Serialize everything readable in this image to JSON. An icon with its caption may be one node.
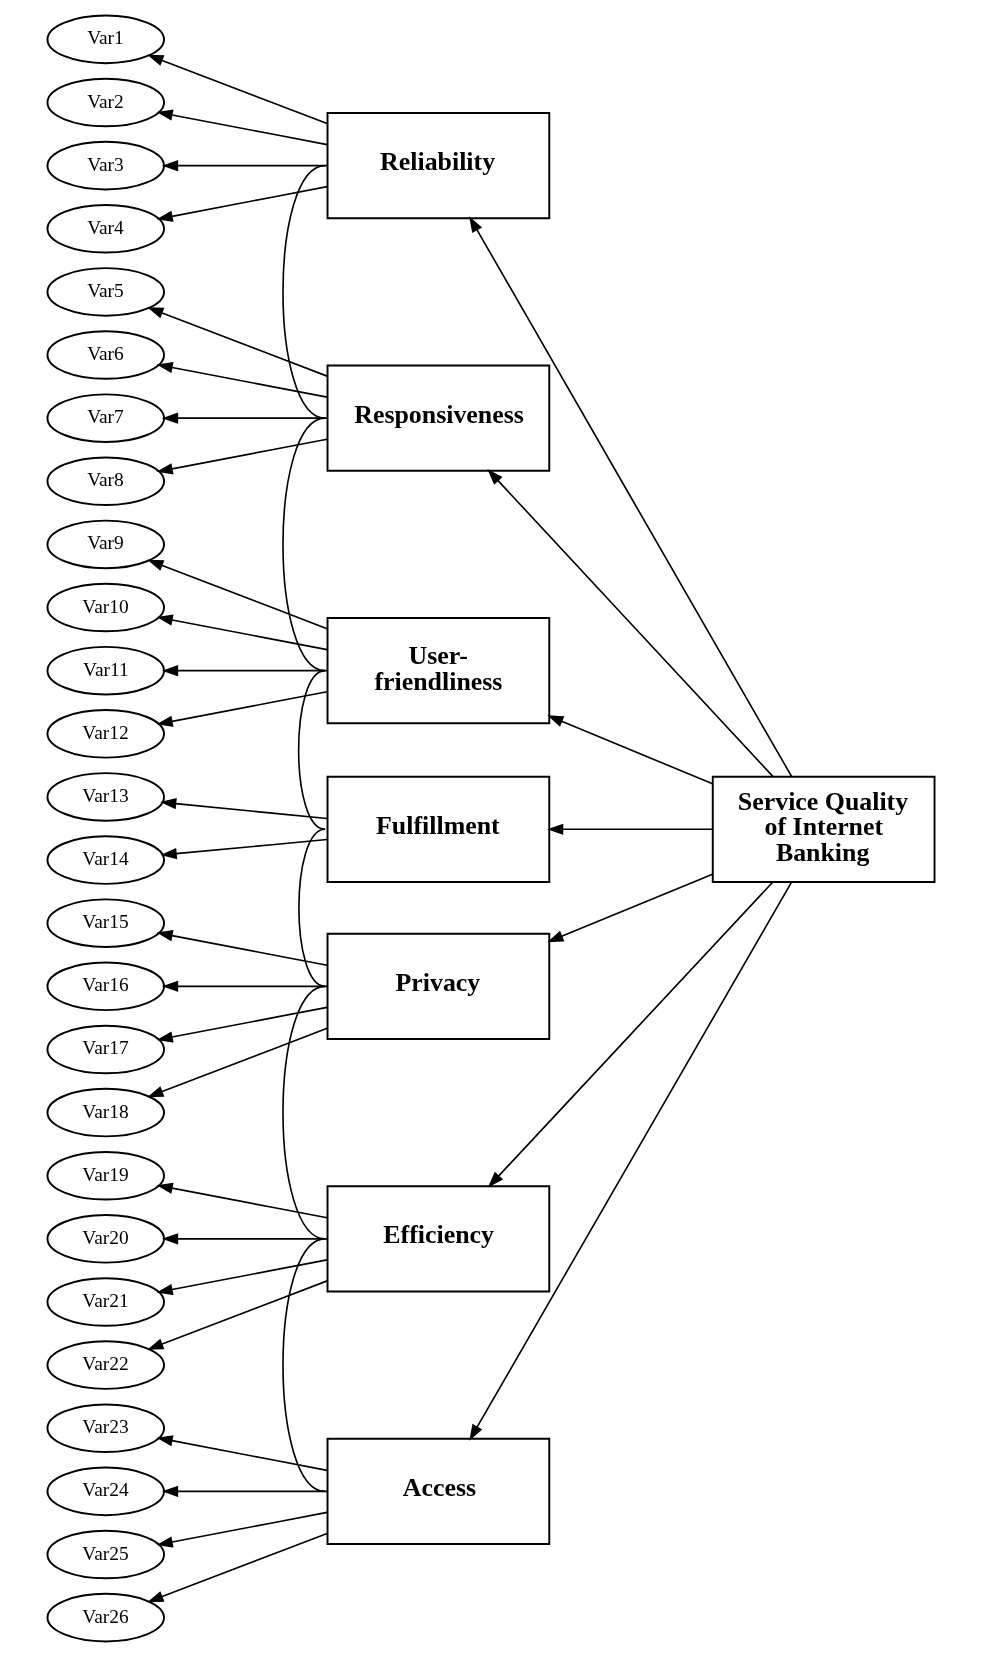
{
  "diagram": {
    "nodes": [
      {
        "text": [
          "Reliability"
        ]
      },
      {
        "text": [
          "Responsiveness"
        ]
      },
      {
        "text": [
          "User-friendliness"
        ]
      },
      {
        "text": [
          "Fulfillment"
        ]
      },
      {
        "text": [
          "Privacy"
        ]
      },
      {
        "text": [
          "Efficiency"
        ]
      },
      {
        "text": [
          "Access"
        ]
      },
      {
        "text": [
          "Var1"
        ]
      },
      {
        "text": [
          "Var2"
        ]
      },
      {
        "text": [
          "Var3"
        ]
      },
      {
        "text": [
          "Var4"
        ]
      },
      {
        "text": [
          "Var5"
        ]
      },
      {
        "text": [
          "Var6"
        ]
      },
      {
        "text": [
          "Var7"
        ]
      },
      {
        "text": [
          "Var8"
        ]
      },
      {
        "text": [
          "Var9"
        ]
      },
      {
        "text": [
          "Var10"
        ]
      },
      {
        "text": [
          "Var11"
        ]
      },
      {
        "text": [
          "Var12"
        ]
      },
      {
        "text": [
          "Var13"
        ]
      },
      {
        "text": [
          "Var14"
        ]
      },
      {
        "text": [
          "Var15"
        ]
      },
      {
        "text": [
          "Var16"
        ]
      },
      {
        "text": [
          "Var17"
        ]
      },
      {
        "text": [
          "Var18"
        ]
      },
      {
        "text": [
          "Var19"
        ]
      },
      {
        "text": [
          "Var20"
        ]
      },
      {
        "text": [
          "Var21"
        ]
      },
      {
        "text": [
          "Var22"
        ]
      },
      {
        "text": [
          "Var23"
        ]
      },
      {
        "text": [
          "Var24"
        ]
      },
      {
        "text": [
          "Var25"
        ]
      },
      {
        "text": [
          "Var26"
        ]
      },
      {
        "text": [
          "Service Quality of Internet Banking"
        ]
      }
    ],
    "edges": [
      {
        "from": 0,
        "to": 7,
        "arrow": "to"
      },
      {
        "from": 0,
        "to": 8,
        "arrow": "to"
      },
      {
        "from": 0,
        "to": 9,
        "arrow": "to"
      },
      {
        "from": 0,
        "to": 10,
        "arrow": "to"
      },
      {
        "from": 1,
        "to": 11,
        "arrow": "to"
      },
      {
        "from": 1,
        "to": 12,
        "arrow": "to"
      },
      {
        "from": 1,
        "to": 13,
        "arrow": "to"
      },
      {
        "from": 1,
        "to": 14,
        "arrow": "to"
      },
      {
        "from": 2,
        "to": 15,
        "arrow": "to"
      },
      {
        "from": 2,
        "to": 16,
        "arrow": "to"
      },
      {
        "from": 2,
        "to": 17,
        "arrow": "to"
      },
      {
        "from": 2,
        "to": 18,
        "arrow": "to"
      },
      {
        "from": 3,
        "to": 19,
        "arrow": "to"
      },
      {
        "from": 3,
        "to": 20,
        "arrow": "to"
      },
      {
        "from": 4,
        "to": 21,
        "arrow": "to"
      },
      {
        "from": 4,
        "to": 22,
        "arrow": "to"
      },
      {
        "from": 4,
        "to": 23,
        "arrow": "to"
      },
      {
        "from": 4,
        "to": 24,
        "arrow": "to"
      },
      {
        "from": 5,
        "to": 25,
        "arrow": "to"
      },
      {
        "from": 5,
        "to": 26,
        "arrow": "to"
      },
      {
        "from": 5,
        "to": 27,
        "arrow": "to"
      },
      {
        "from": 5,
        "to": 28,
        "arrow": "to"
      },
      {
        "from": 6,
        "to": 29,
        "arrow": "to"
      },
      {
        "from": 6,
        "to": 30,
        "arrow": "to"
      },
      {
        "from": 6,
        "to": 31,
        "arrow": "to"
      },
      {
        "from": 6,
        "to": 32,
        "arrow": "to"
      },
      {
        "from": 33,
        "to": 0,
        "arrow": "to"
      },
      {
        "from": 33,
        "to": 1,
        "arrow": "to"
      },
      {
        "from": 33,
        "to": 2,
        "arrow": "to"
      },
      {
        "from": 33,
        "to": 3,
        "arrow": "to"
      },
      {
        "from": 33,
        "to": 4,
        "arrow": "to"
      },
      {
        "from": 33,
        "to": 5,
        "arrow": "to"
      },
      {
        "from": 33,
        "to": 6,
        "arrow": "to"
      },
      {
        "from": 0,
        "to": 1,
        "arrow": "none"
      },
      {
        "from": 1,
        "to": 2,
        "arrow": "none"
      },
      {
        "from": 2,
        "to": 3,
        "arrow": "none"
      },
      {
        "from": 3,
        "to": 4,
        "arrow": "none"
      },
      {
        "from": 4,
        "to": 5,
        "arrow": "none"
      },
      {
        "from": 5,
        "to": 6,
        "arrow": "none"
      }
    ]
  }
}
